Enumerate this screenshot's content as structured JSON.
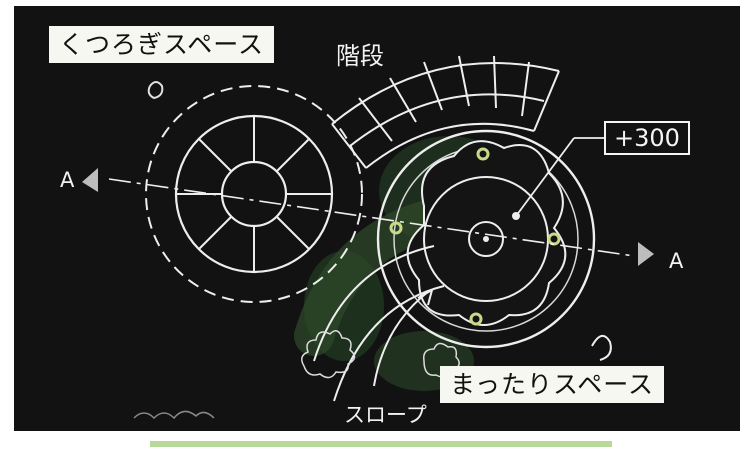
{
  "labels": {
    "relax_space": "くつろぎスペース",
    "calm_space": "まったりスペース",
    "stairs": "階段",
    "slope": "スロープ",
    "level": "+300",
    "section_left": "A",
    "section_right": "A"
  },
  "colors": {
    "board": "#121212",
    "chalk": "#f2f2f2",
    "label_background": "#f7f7f2",
    "greenery": "#2f4a2a",
    "dot": "#c9d98a",
    "bottom_strip": "#b7d99a"
  }
}
